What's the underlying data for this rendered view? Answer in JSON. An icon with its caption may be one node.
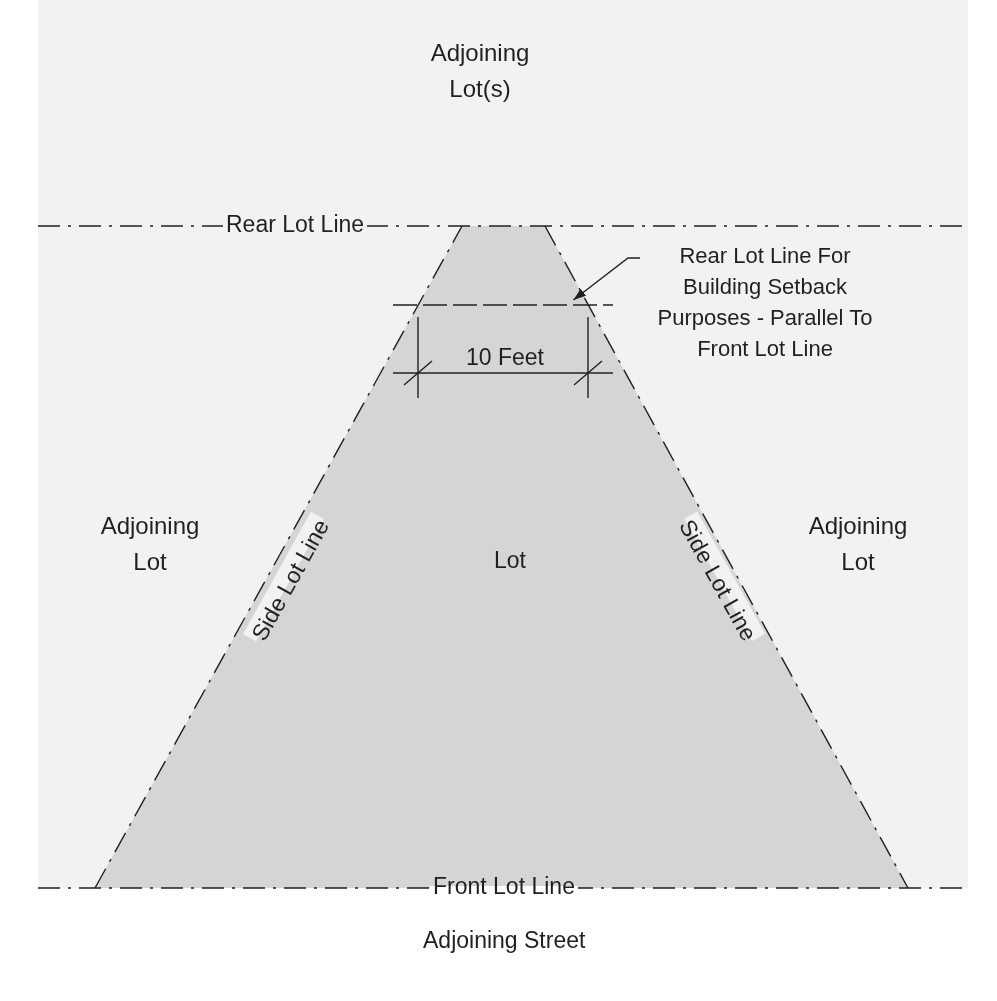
{
  "diagram": {
    "nodes": [
      {
        "text": [
          "Lot"
        ]
      },
      {
        "text": [
          "Rear Lot Line For Building Setback Purposes - Parallel To Front Lot Line"
        ]
      },
      {
        "text": [],
        "shape": "line",
        "in": 0
      }
    ],
    "edges": [
      {
        "from": 1,
        "to": 2,
        "arrow": "to"
      }
    ],
    "labels": [
      "Adjoining Lot(s)",
      "Rear Lot Line",
      "10 Feet",
      "Side Lot Line",
      "Side Lot Line",
      "Adjoining Lot",
      "Adjoining Lot",
      "Front Lot Line",
      "Adjoining Street"
    ]
  }
}
